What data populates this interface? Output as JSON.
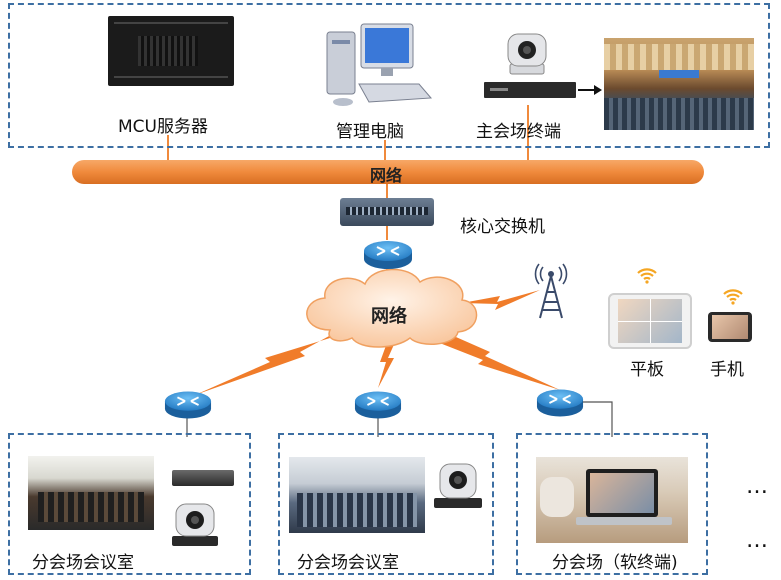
{
  "top_devices": {
    "mcu_label": "MCU服务器",
    "pc_label": "管理电脑",
    "terminal_label": "主会场终端"
  },
  "backbone": {
    "label": "网络"
  },
  "core_switch": {
    "label": "核心交换机"
  },
  "cloud": {
    "label": "网络"
  },
  "mobile": {
    "tablet_label": "平板",
    "phone_label": "手机"
  },
  "branches": [
    {
      "label": "分会场会议室"
    },
    {
      "label": "分会场会议室"
    },
    {
      "label": "分会场（软终端)"
    }
  ],
  "more": {
    "label": "…"
  },
  "colors": {
    "dash": "#3d6fa3",
    "bus": "#f08a3c",
    "router": "#2d8fd5",
    "lightning": "#f07c2a"
  }
}
